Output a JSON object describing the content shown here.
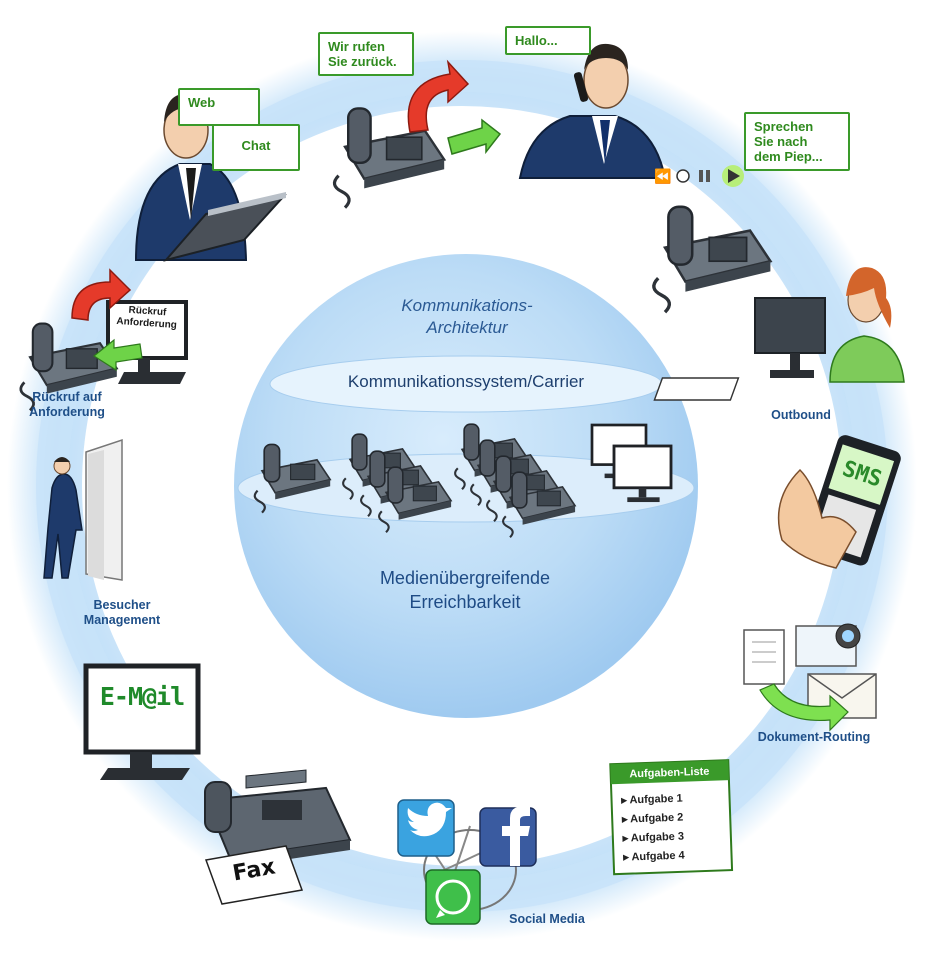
{
  "center": {
    "title_line1": "Kommunikations-",
    "title_line2": "Architektur",
    "system": "Kommunikationssystem/Carrier",
    "bottom_line1": "Medienübergreifende",
    "bottom_line2": "Erreichbarkeit"
  },
  "bubbles": {
    "callback": [
      "Wir rufen",
      "Sie zurück."
    ],
    "hello": "Hallo...",
    "web": "Web",
    "chat": "Chat",
    "voicemail": [
      "Sprechen",
      "Sie nach",
      "dem Piep..."
    ]
  },
  "labels": {
    "rueckruf": [
      "Rückruf auf",
      "Anforderung"
    ],
    "besucher": [
      "Besucher",
      "Management"
    ],
    "outbound": "Outbound",
    "dokument": "Dokument-Routing",
    "social": "Social Media"
  },
  "screens": {
    "rueckruf_screen": [
      "Rückruf",
      "Anforderung"
    ],
    "email": "E-M@il",
    "sms": "SMS",
    "fax": "Fax"
  },
  "tasklist": {
    "header": "Aufgaben-Liste",
    "items": [
      "Aufgabe 1",
      "Aufgabe 2",
      "Aufgabe 3",
      "Aufgabe 4"
    ]
  },
  "colors": {
    "ring": "#cfe6fa",
    "ring_dark": "#a9d2f2",
    "green": "#3a9a2a",
    "red": "#e53a2a",
    "label_blue": "#1f4f88"
  }
}
